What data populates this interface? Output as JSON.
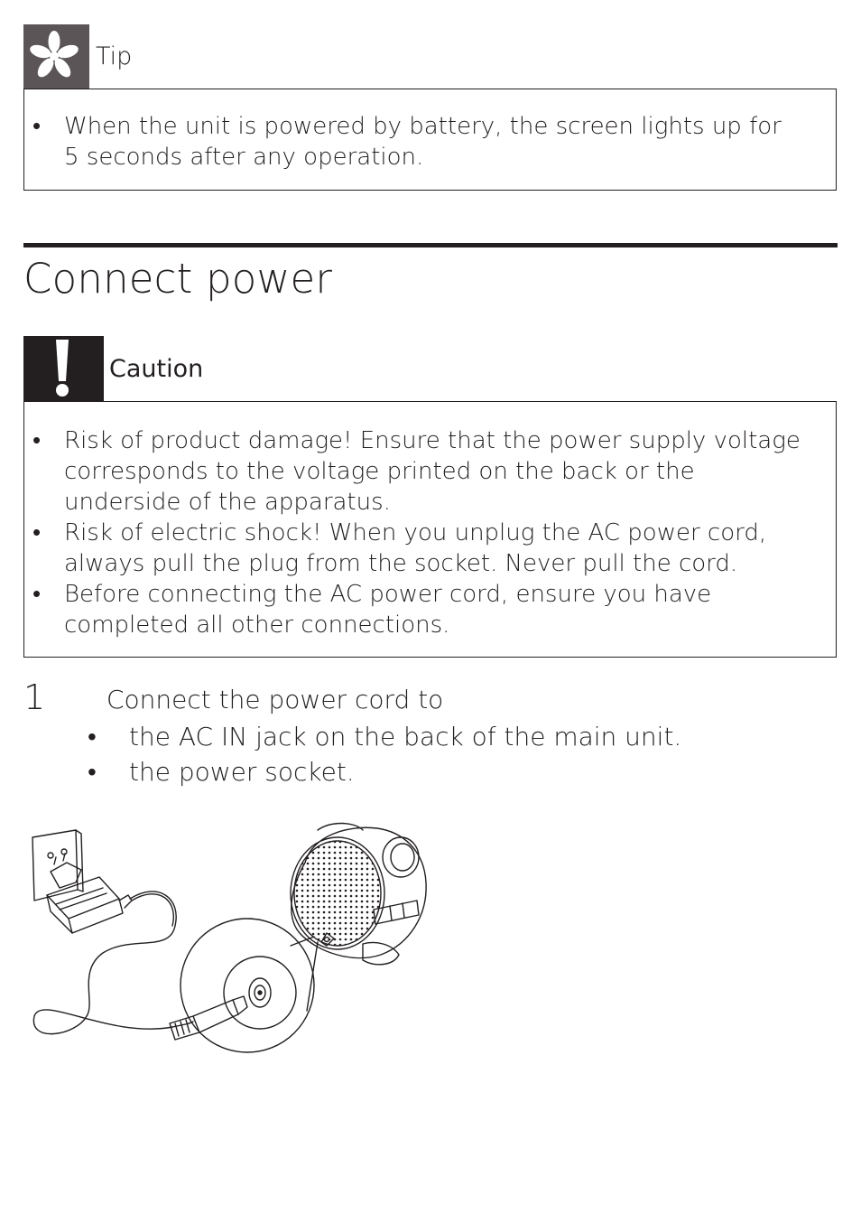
{
  "tip": {
    "icon": "asterisk-icon",
    "label": "Tip",
    "items": [
      "When the unit is powered by battery, the screen lights up for 5 seconds after any operation."
    ]
  },
  "section": {
    "title": "Connect power"
  },
  "caution": {
    "icon": "exclamation-icon",
    "label": "Caution",
    "items": [
      "Risk of product damage! Ensure that the power supply voltage corresponds to the voltage printed on the back or the underside of the apparatus.",
      "Risk of electric shock! When you unplug the AC power cord, always pull the plug from the socket. Never pull the cord.",
      "Before connecting the AC power cord, ensure you have completed all other connections."
    ]
  },
  "step": {
    "number": "1",
    "text": "Connect the power cord to",
    "subitems": [
      "the AC IN jack on the back of the main unit.",
      "the power socket."
    ]
  }
}
